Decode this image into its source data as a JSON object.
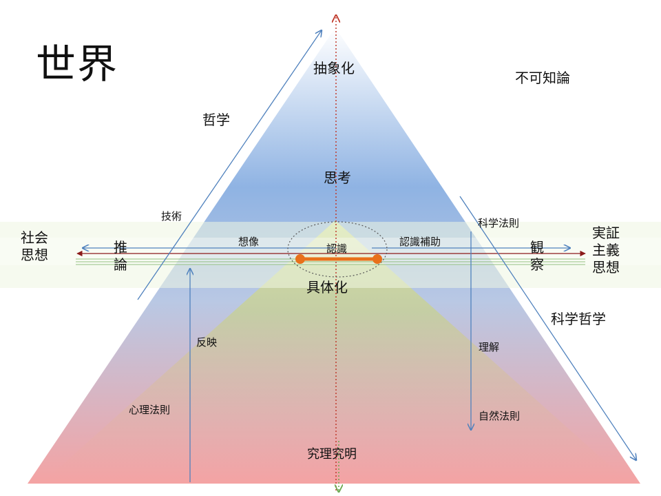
{
  "title": "世界",
  "labels": {
    "abstraction": "抽象化",
    "agnosticism": "不可知論",
    "philosophy": "哲学",
    "thinking": "思考",
    "technique": "技術",
    "science_law": "科学法則",
    "social_thought_1": "社会",
    "social_thought_2": "思想",
    "inference_1": "推",
    "inference_2": "論",
    "imagination": "想像",
    "cognition": "認識",
    "cognition_aid": "認識補助",
    "observation_1": "観",
    "observation_2": "察",
    "positivism_1": "実証",
    "positivism_2": "主義",
    "positivism_3": "思想",
    "concretization": "具体化",
    "philosophy_of_science": "科学哲学",
    "reflection": "反映",
    "understanding": "理解",
    "psychological_law": "心理法則",
    "natural_law": "自然法則",
    "inquiry": "究理究明"
  },
  "colors": {
    "top": "#ffffff",
    "upper": "#8fb3e3",
    "lower": "#f4a3a3",
    "inner": "#c8d89a",
    "band": "#e9f3dc",
    "axis_red": "#c0392b",
    "orange": "#e8701a",
    "arrow_blue": "#4f81bd",
    "line_green": "#6aa84f"
  }
}
